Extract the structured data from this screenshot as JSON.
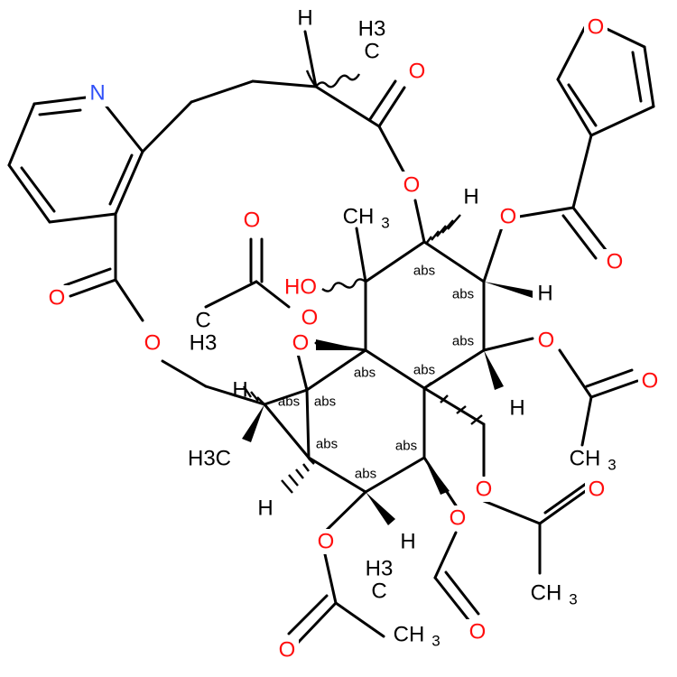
{
  "colors": {
    "carbon": "#000000",
    "oxygen": "#ff0d0d",
    "nitrogen": "#3050f8",
    "background": "#ffffff"
  },
  "labels": {
    "H": "H",
    "H3": "H3",
    "CH3": "CH3",
    "H3C": "H3C",
    "HO": "HO",
    "O": "O",
    "N": "N",
    "C": "C",
    "CH": "CH",
    "abs": "abs"
  }
}
